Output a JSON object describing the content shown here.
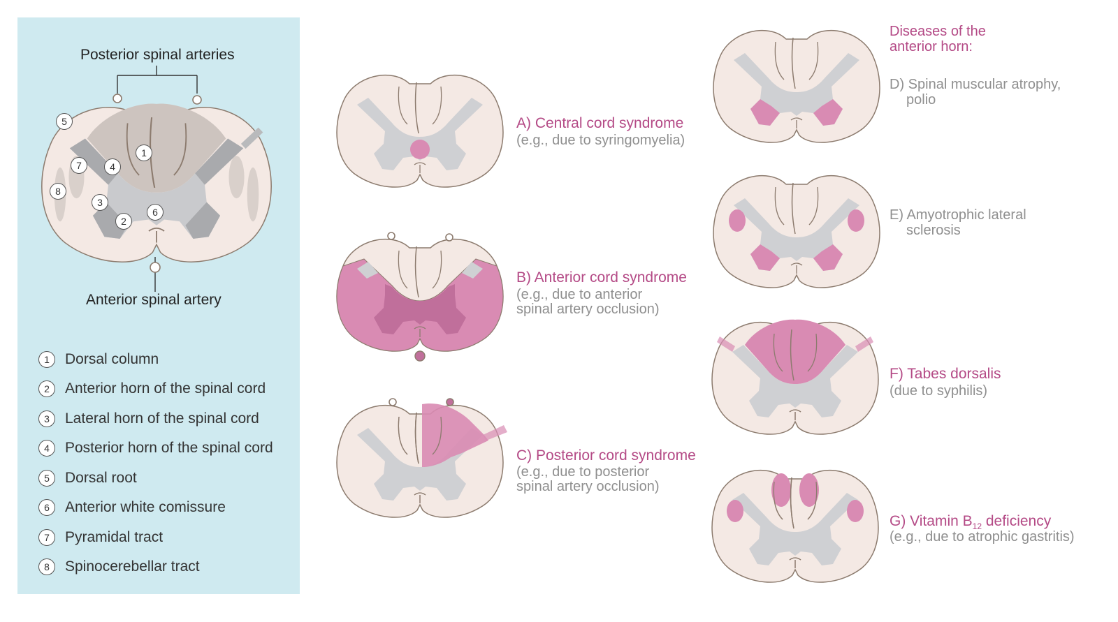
{
  "panel": {
    "posterior_arteries": "Posterior spinal arteries",
    "anterior_artery": "Anterior spinal artery",
    "markers": [
      "1",
      "2",
      "3",
      "4",
      "5",
      "6",
      "7",
      "8"
    ],
    "legend": [
      {
        "num": "1",
        "label": "Dorsal column"
      },
      {
        "num": "2",
        "label": "Anterior horn of the spinal cord"
      },
      {
        "num": "3",
        "label": "Lateral horn of the spinal cord"
      },
      {
        "num": "4",
        "label": "Posterior horn of the spinal cord"
      },
      {
        "num": "5",
        "label": "Dorsal root"
      },
      {
        "num": "6",
        "label": "Anterior white comissure"
      },
      {
        "num": "7",
        "label": "Pyramidal tract"
      },
      {
        "num": "8",
        "label": "Spinocerebellar tract"
      }
    ]
  },
  "syndromes": {
    "a": {
      "title": "A) Central cord syndrome",
      "sub1": "(e.g., due to syringomyelia)"
    },
    "b": {
      "title": "B) Anterior cord syndrome",
      "sub1": "(e.g., due to anterior",
      "sub2": "spinal artery occlusion)"
    },
    "c": {
      "title": "C) Posterior cord syndrome",
      "sub1": "(e.g., due to posterior",
      "sub2": "spinal artery occlusion)"
    },
    "header": {
      "line1": "Diseases of the",
      "line2": "anterior horn:"
    },
    "d": {
      "title": "D) Spinal muscular atrophy,",
      "title2": "polio"
    },
    "e": {
      "title": "E) Amyotrophic lateral",
      "title2": "sclerosis"
    },
    "f": {
      "title": "F) Tabes dorsalis",
      "sub1": "(due to syphilis)"
    },
    "g": {
      "title_pre": "G) Vitamin B",
      "title_sub": "12",
      "title_post": " deficiency",
      "sub1": "(e.g., due to atrophic gastritis)"
    }
  },
  "colors": {
    "panel_bg": "#cfeaf0",
    "white_matter": "#f4e9e4",
    "gray_matter": "#cfd0d3",
    "outline": "#8c7b6e",
    "lesion": "#d98bb3",
    "lesion_dark": "#c06f9b",
    "accent_text": "#b44a86",
    "muted_text": "#8f8f8f"
  }
}
